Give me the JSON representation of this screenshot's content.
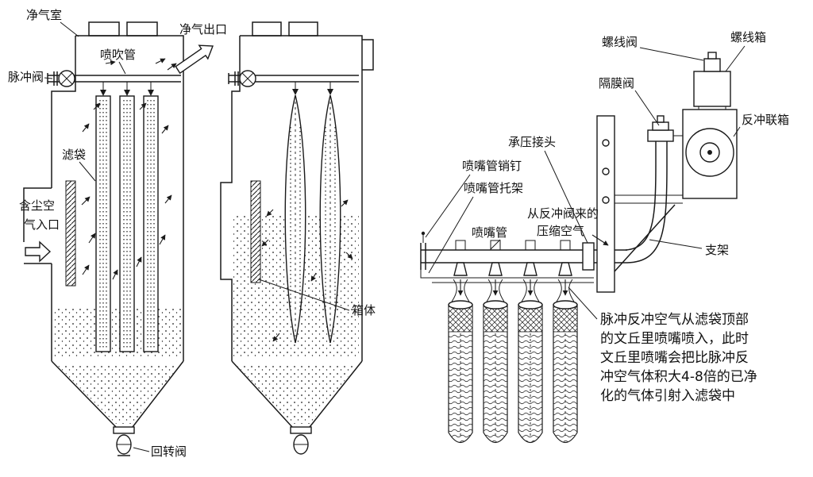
{
  "figure": {
    "background": "#ffffff",
    "line_color": "#1a1a1a"
  },
  "left": {
    "clean_air_chamber": "净气室",
    "clean_air_outlet": "净气出口",
    "blow_pipe": "喷吹管",
    "pulse_valve": "脉冲阀",
    "filter_bag": "滤袋",
    "dusty_inlet_l1": "含尘空",
    "dusty_inlet_l2": "气入口",
    "box_body": "箱体",
    "rotary_valve": "回转阀"
  },
  "right": {
    "solenoid_valve": "螺线阀",
    "solenoid_box": "螺线箱",
    "diaphragm_valve": "隔膜阀",
    "backflush_header": "反冲联箱",
    "pressure_joint": "承压接头",
    "nozzle_pipe_pin": "喷嘴管销钉",
    "nozzle_pipe_bracket": "喷嘴管托架",
    "nozzle_pipe": "喷嘴管",
    "compressed_air_l1": "从反冲阀来的",
    "compressed_air_l2": "压缩空气",
    "support": "支架",
    "note_l1": "脉冲反冲空气从滤袋顶部",
    "note_l2": "的文丘里喷嘴喷入，此时",
    "note_l3": "文丘里喷嘴会把比脉冲反",
    "note_l4": "冲空气体积大4-8倍的已净",
    "note_l5": "化的气体引射入滤袋中"
  }
}
